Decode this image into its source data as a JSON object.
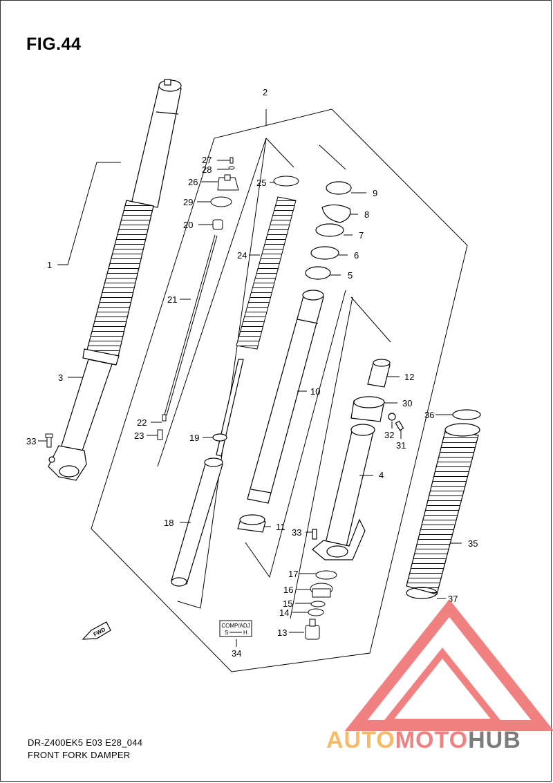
{
  "figure": {
    "title": "FIG.44",
    "model_code": "DR-Z400EK5 E03 E28_044",
    "name": "FRONT FORK DAMPER"
  },
  "parts": {
    "p1": "1",
    "p2": "2",
    "p3": "3",
    "p4": "4",
    "p5": "5",
    "p6": "6",
    "p7": "7",
    "p8": "8",
    "p9": "9",
    "p10": "10",
    "p11": "11",
    "p12": "12",
    "p13": "13",
    "p14": "14",
    "p15": "15",
    "p16": "16",
    "p17": "17",
    "p18": "18",
    "p19": "19",
    "p20": "20",
    "p21": "21",
    "p22": "22",
    "p23": "23",
    "p24": "24",
    "p25": "25",
    "p26": "26",
    "p27": "27",
    "p28": "28",
    "p29": "29",
    "p30": "30",
    "p31": "31",
    "p32": "32",
    "p33a": "33",
    "p33b": "33",
    "p34": "34",
    "p35": "35",
    "p36": "36",
    "p37": "37"
  },
  "adjuster_label": {
    "line1": "COMP/ADJ",
    "line2": "S",
    "line3": "H"
  },
  "fwd_label": "FWD",
  "watermark": {
    "part1": "AUTO",
    "part2": "MOTO",
    "part3": "HUB",
    "color_orange": "#f6b04d",
    "color_red": "#ef6b6b",
    "color_dark": "#666666"
  }
}
